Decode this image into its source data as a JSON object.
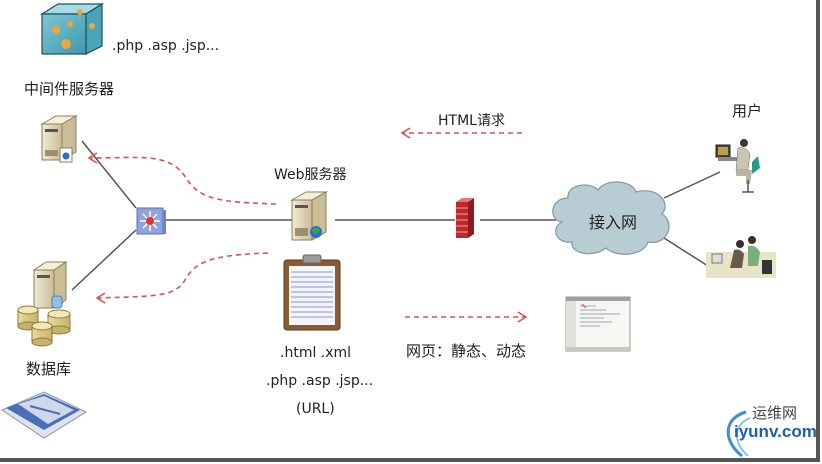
{
  "diagram": {
    "nodes": {
      "middleware_icon_caption": ".php  .asp .jsp...",
      "middleware_server": "中间件服务器",
      "database": "数据库",
      "web_server": "Web服务器",
      "access_network": "接入网",
      "users": "用户"
    },
    "file_types": {
      "line1": ".html  .xml",
      "line2": ".php  .asp .jsp...",
      "line3": "(URL)"
    },
    "flows": {
      "request": "HTML请求",
      "response": "网页：静态、动态"
    },
    "colors": {
      "dashed_arrow": "#d9534f",
      "link_line": "#555555",
      "cloud": "#b8ccd4",
      "firewall": "#c0262c",
      "switch": "#8fa3e0"
    }
  },
  "watermark": {
    "cn": "运维网",
    "en": "iyunv.com"
  }
}
